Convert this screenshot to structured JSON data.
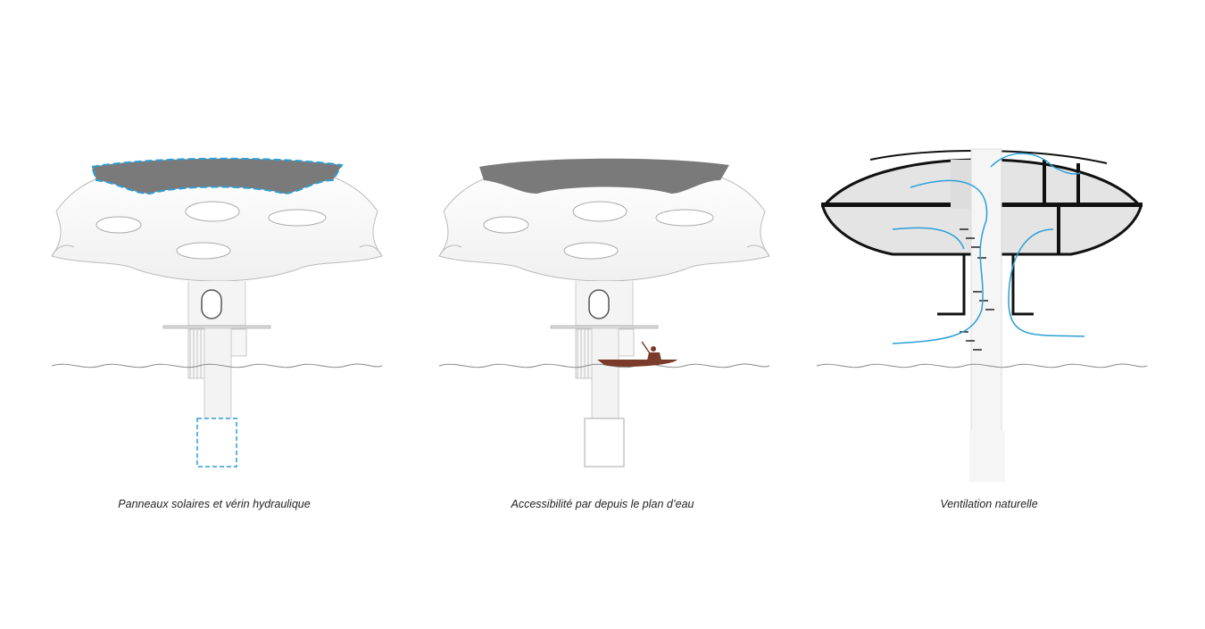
{
  "panels": [
    {
      "caption": "Panneaux solaires et vérin hydraulique"
    },
    {
      "caption": "Accessibilité par depuis le plan d’eau"
    },
    {
      "caption": "Ventilation naturelle"
    }
  ],
  "colors": {
    "accent": "#2a9fd6",
    "panel": "#7a7a7a",
    "boat": "#7a3b2a",
    "line": "#111111"
  }
}
